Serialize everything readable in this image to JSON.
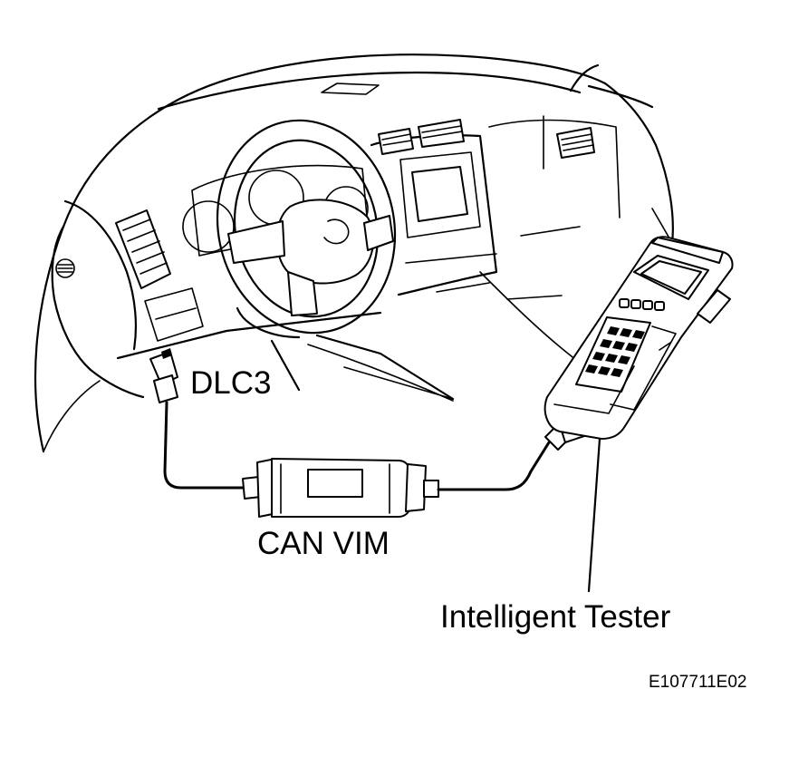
{
  "labels": {
    "dlc3": "DLC3",
    "can_vim": "CAN VIM",
    "intelligent_tester": "Intelligent Tester",
    "figure_code": "E107711E02"
  }
}
